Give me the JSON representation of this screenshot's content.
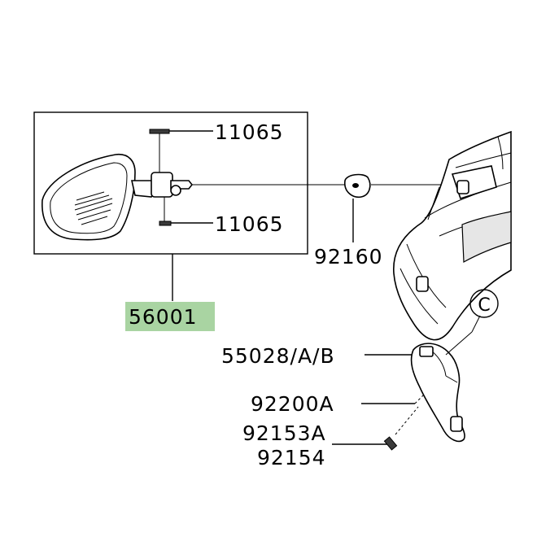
{
  "colors": {
    "highlight": "#a9d4a2",
    "ink": "#000000",
    "shade": "#e6e6e6",
    "background": "#ffffff"
  },
  "labels": {
    "bolt_top": "11065",
    "bolt_bottom": "11065",
    "grommet": "92160",
    "mirror_assembly": "56001",
    "cover": "55028/A/B",
    "clamp": "92200A",
    "screw_a": "92153A",
    "screw_b": "92154",
    "callout": "C"
  }
}
